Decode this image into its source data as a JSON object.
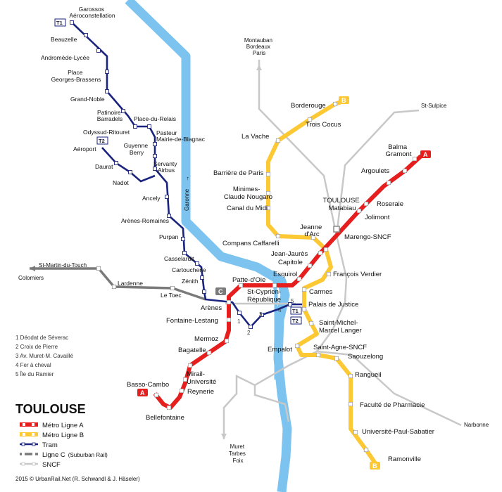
{
  "title": "TOULOUSE",
  "credit": "2015 © UrbanRail.Net (R. Schwandl & J. Häseler)",
  "colors": {
    "line_a": "#e61e1e",
    "line_b": "#fcc934",
    "tram": "#1a237e",
    "line_c": "#7a7a7a",
    "sncf": "#c8c8c8",
    "river": "#7cc3ef"
  },
  "legend": {
    "line_a": "Métro Ligne A",
    "line_b": "Métro Ligne B",
    "tram": "Tram",
    "line_c": "Ligne C",
    "line_c_note": "(Suburban Rail)",
    "sncf": "SNCF"
  },
  "badges": {
    "a": "A",
    "b": "B",
    "c": "C",
    "t1": "T1",
    "t2": "T2"
  },
  "river": "Garonne",
  "footnotes": [
    "1  Déodat de Séverac",
    "2  Croix de Pierre",
    "3  Av. Muret-M. Cavaillé",
    "4  Fer à cheval",
    "5  Île du Ramier"
  ],
  "destinations": {
    "montauban": [
      "Montauban",
      "Bordeaux",
      "Paris"
    ],
    "st_sulpice": "St-Sulpice",
    "st_martin": "St-Martin-du-Touch",
    "colomiers": "Colomiers",
    "narbonne": "Narbonne",
    "muret": [
      "Muret",
      "Tarbes",
      "Foix"
    ]
  },
  "stations": {
    "line_a": {
      "balma": [
        "Balma",
        "Gramont"
      ],
      "argoulets": "Argoulets",
      "roseraie": "Roseraie",
      "jolimont": "Jolimont",
      "marengo": "Marengo-SNCF",
      "jean_jaures": [
        "Jean-Jaurès"
      ],
      "capitole": "Capitole",
      "esquirol": "Esquirol",
      "st_cyprien": [
        "St-Cyprien-",
        "République"
      ],
      "patte_doie": "Patte-d'Oie",
      "arenes": "Arènes",
      "fontaine": "Fontaine-Lestang",
      "mermoz": "Mermoz",
      "bagatelle": "Bagatelle",
      "mirail": [
        "Mirail-",
        "Université"
      ],
      "reynerie": "Reynerie",
      "bellefontaine": "Bellefontaine",
      "basso": "Basso-Cambo"
    },
    "line_b": {
      "borderouge": "Borderouge",
      "trois_cocus": "Trois Cocus",
      "la_vache": "La Vache",
      "barriere": "Barrière de Paris",
      "minimes": [
        "Minimes-",
        "Claude Nougaro"
      ],
      "canal": "Canal du Midi",
      "compans": "Compans Caffarelli",
      "jeanne": [
        "Jeanne",
        "d'Arc"
      ],
      "francois": "François Verdier",
      "carmes": "Carmes",
      "palais": "Palais de Justice",
      "st_michel": [
        "Saint-Michel-",
        "Marcel Langer"
      ],
      "empalot": "Empalot",
      "st_agne": "Saint-Agne-SNCF",
      "saouzelong": "Saouzelong",
      "rangueil": "Rangueil",
      "faculte": "Faculté de Pharmacie",
      "universite": "Université-Paul-Sabatier",
      "ramonville": "Ramonville"
    },
    "toulouse_matabiau": [
      "TOULOUSE",
      "Matabiau"
    ],
    "tram": {
      "garossos": [
        "Garossos",
        "Aéroconstellation"
      ],
      "beauzelle": "Beauzelle",
      "andromede": "Andromède-Lycée",
      "place_gb": [
        "Place",
        "Georges-Brassens"
      ],
      "grand_noble": "Grand-Noble",
      "patinoire": [
        "Patinoire",
        "Barradels"
      ],
      "place_relais": "Place-du-Relais",
      "odyssud": "Odyssud-Ritouret",
      "pasteur": [
        "Pasteur",
        "Mairie-de-Blagnac"
      ],
      "aeroport": "Aéroport",
      "guyenne": [
        "Guyenne",
        "Berry"
      ],
      "daurat": "Daurat",
      "nadot": "Nadot",
      "servanty": [
        "Servanty",
        "Airbus"
      ],
      "ancely": "Ancely",
      "arenes_romaines": "Arènes-Romaines",
      "purpan": "Purpan",
      "casselardit": "Casselardit",
      "cartoucherie": "Cartoucherie",
      "zenith": "Zénith"
    },
    "line_c": {
      "lardenne": "Lardenne",
      "le_toec": "Le Toec"
    },
    "tram_south": {
      "n1": "1",
      "n2": "2",
      "n3": "3",
      "n4": "4",
      "n5": "5"
    }
  }
}
